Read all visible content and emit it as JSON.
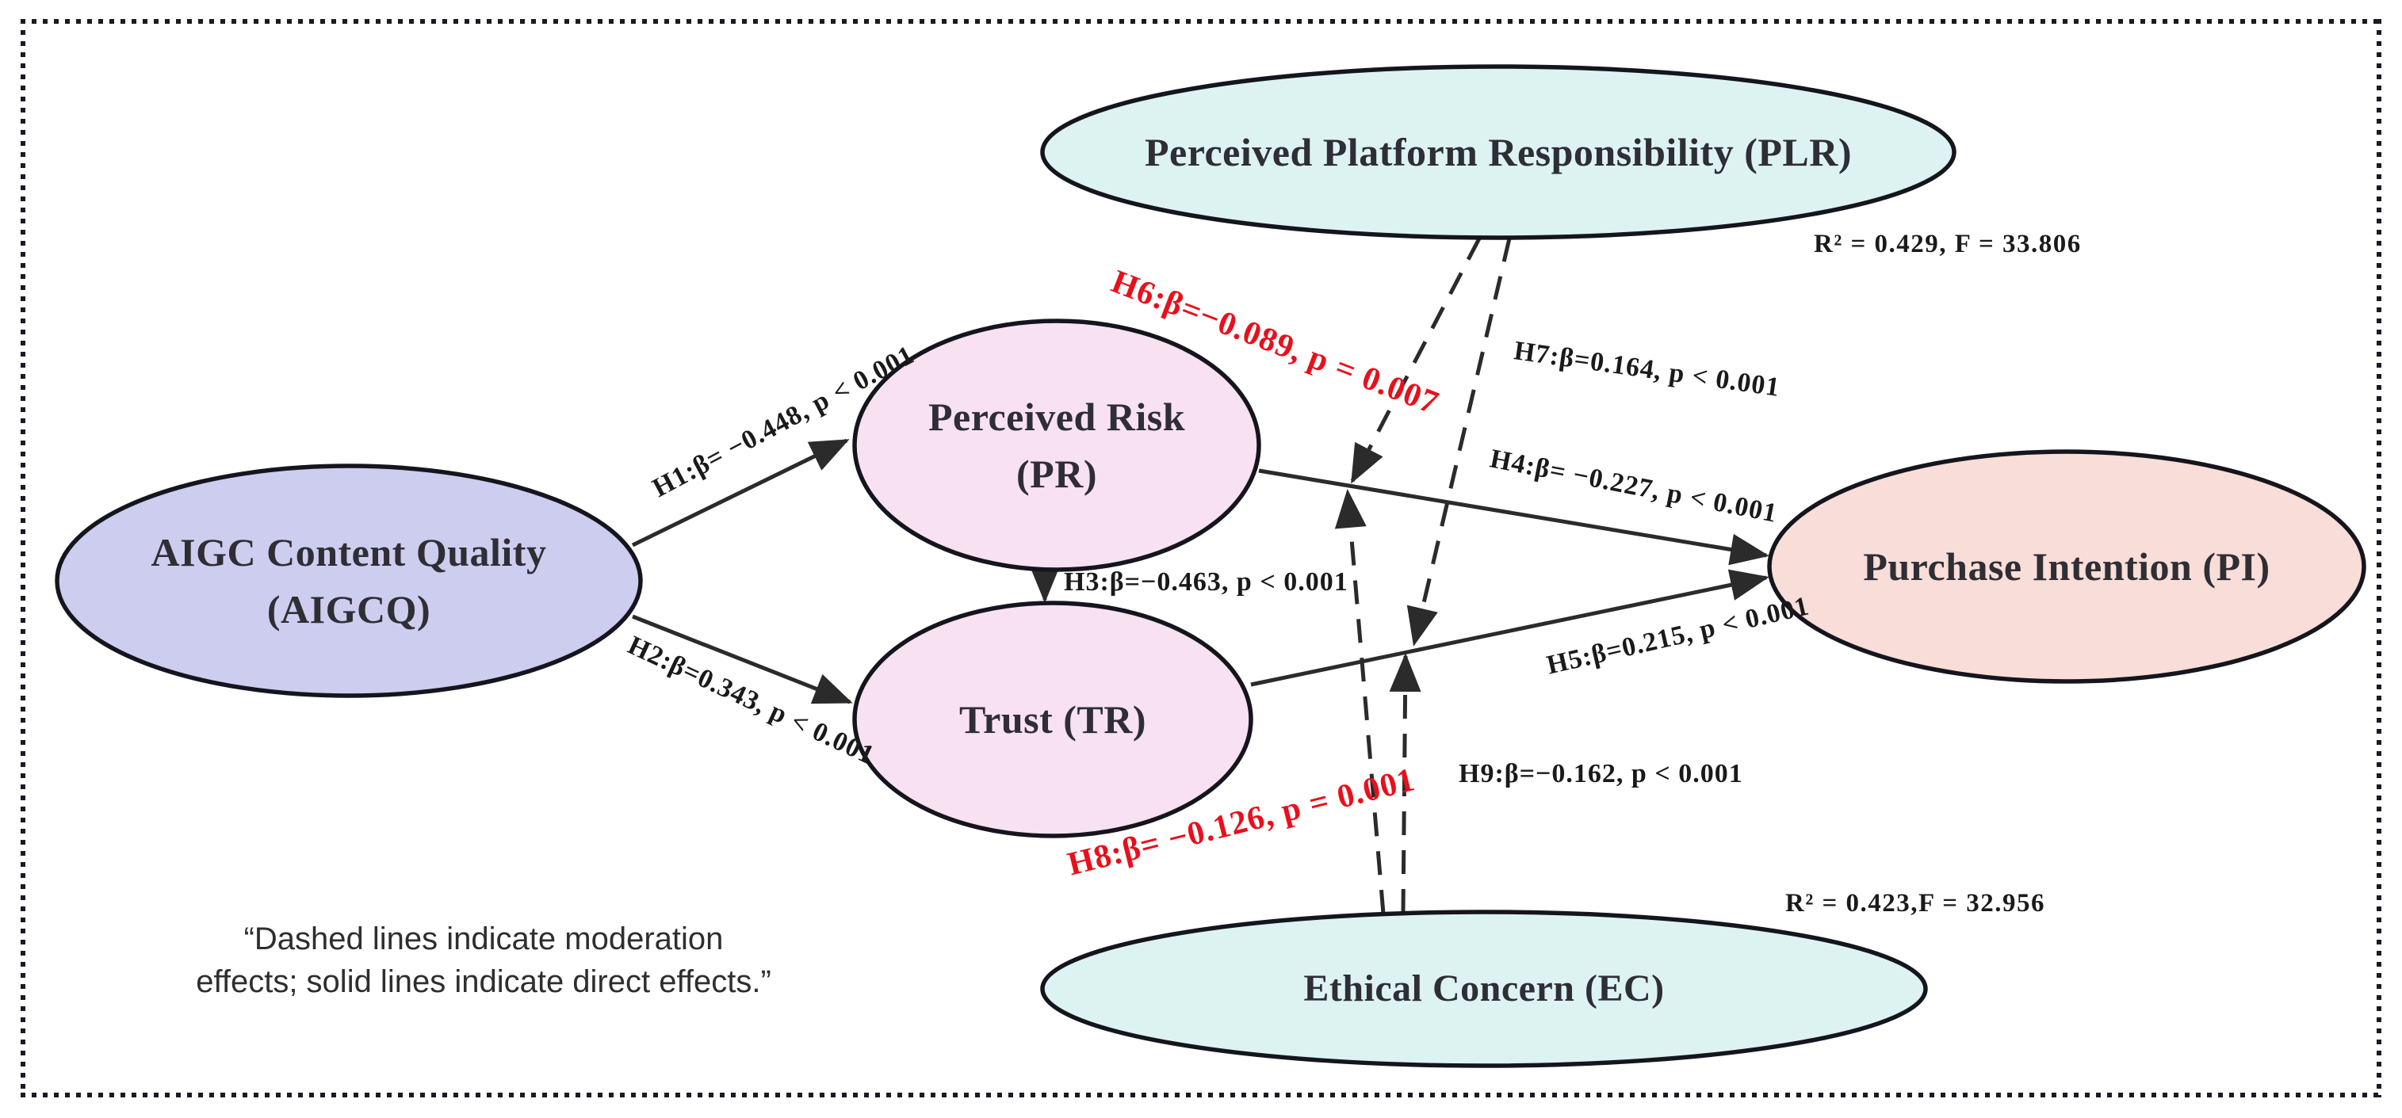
{
  "constructs": {
    "aigcq": {
      "name_line1": "AIGC Content Quality",
      "name_line2": "(AIGCQ)",
      "fill": "#cdcdf0"
    },
    "pr": {
      "name_line1": "Perceived Risk",
      "name_line2": "(PR)",
      "fill": "#f8e1f0"
    },
    "tr": {
      "name": "Trust (TR)",
      "fill": "#f8e1f0"
    },
    "plr": {
      "name": "Perceived Platform Responsibility (PLR)",
      "fill": "#dcf3f2"
    },
    "ec": {
      "name": "Ethical Concern (EC)",
      "fill": "#dcf3f2"
    },
    "pi": {
      "name": "Purchase Intention (PI)",
      "fill": "#f8ddd8"
    }
  },
  "paths": {
    "h1": {
      "label": "H1:β= −0.448, p < 0.001",
      "type": "direct"
    },
    "h2": {
      "label": "H2:β=0.343, p < 0.001",
      "type": "direct"
    },
    "h3": {
      "label": "H3:β=−0.463, p < 0.001",
      "type": "direct"
    },
    "h4": {
      "label": "H4:β= −0.227, p < 0.001",
      "type": "direct"
    },
    "h5": {
      "label": "H5:β=0.215, p < 0.001",
      "type": "direct"
    },
    "h6": {
      "label": "H6:β=−0.089, p = 0.007",
      "type": "moderation"
    },
    "h7": {
      "label": "H7:β=0.164, p < 0.001",
      "type": "moderation"
    },
    "h8": {
      "label": "H8:β= −0.126, p = 0.001",
      "type": "moderation"
    },
    "h9": {
      "label": "H9:β=−0.162, p < 0.001",
      "type": "moderation"
    }
  },
  "stats": {
    "r2_top": "R² = 0.429, F = 33.806",
    "r2_bottom": "R² = 0.423,F = 32.956"
  },
  "note": {
    "line1": "“Dashed lines indicate moderation",
    "line2": "effects; solid lines indicate direct effects.”"
  },
  "colors": {
    "moderation_label": "#e8101c",
    "direct_label": "#1a1a1a",
    "arrow": "#2b2b2b",
    "ellipse_border": "#15151e",
    "fill_lavender": "#cdcdf0",
    "fill_pink": "#f8e1f0",
    "fill_cyan": "#dcf3f2",
    "fill_peach": "#f8ddd8"
  }
}
